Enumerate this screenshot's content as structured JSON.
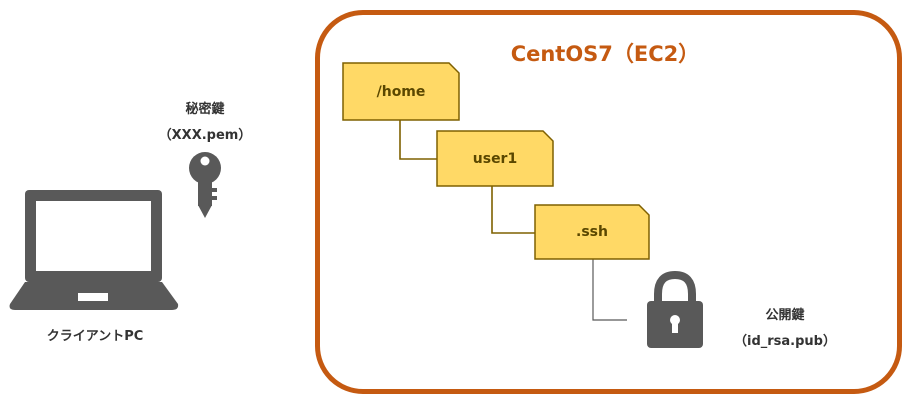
{
  "client": {
    "label": "クライアントPC"
  },
  "private_key": {
    "name": "秘密鍵",
    "file": "（XXX.pem）"
  },
  "server": {
    "title": "CentOS7（EC2）"
  },
  "folders": [
    {
      "label": "/home"
    },
    {
      "label": "user1"
    },
    {
      "label": ".ssh"
    }
  ],
  "public_key": {
    "name": "公開鍵",
    "file": "（id_rsa.pub）"
  },
  "colors": {
    "accent": "#c55a11",
    "folder_fill": "#ffd966",
    "folder_border": "#7f6000",
    "icon_gray": "#595959"
  }
}
